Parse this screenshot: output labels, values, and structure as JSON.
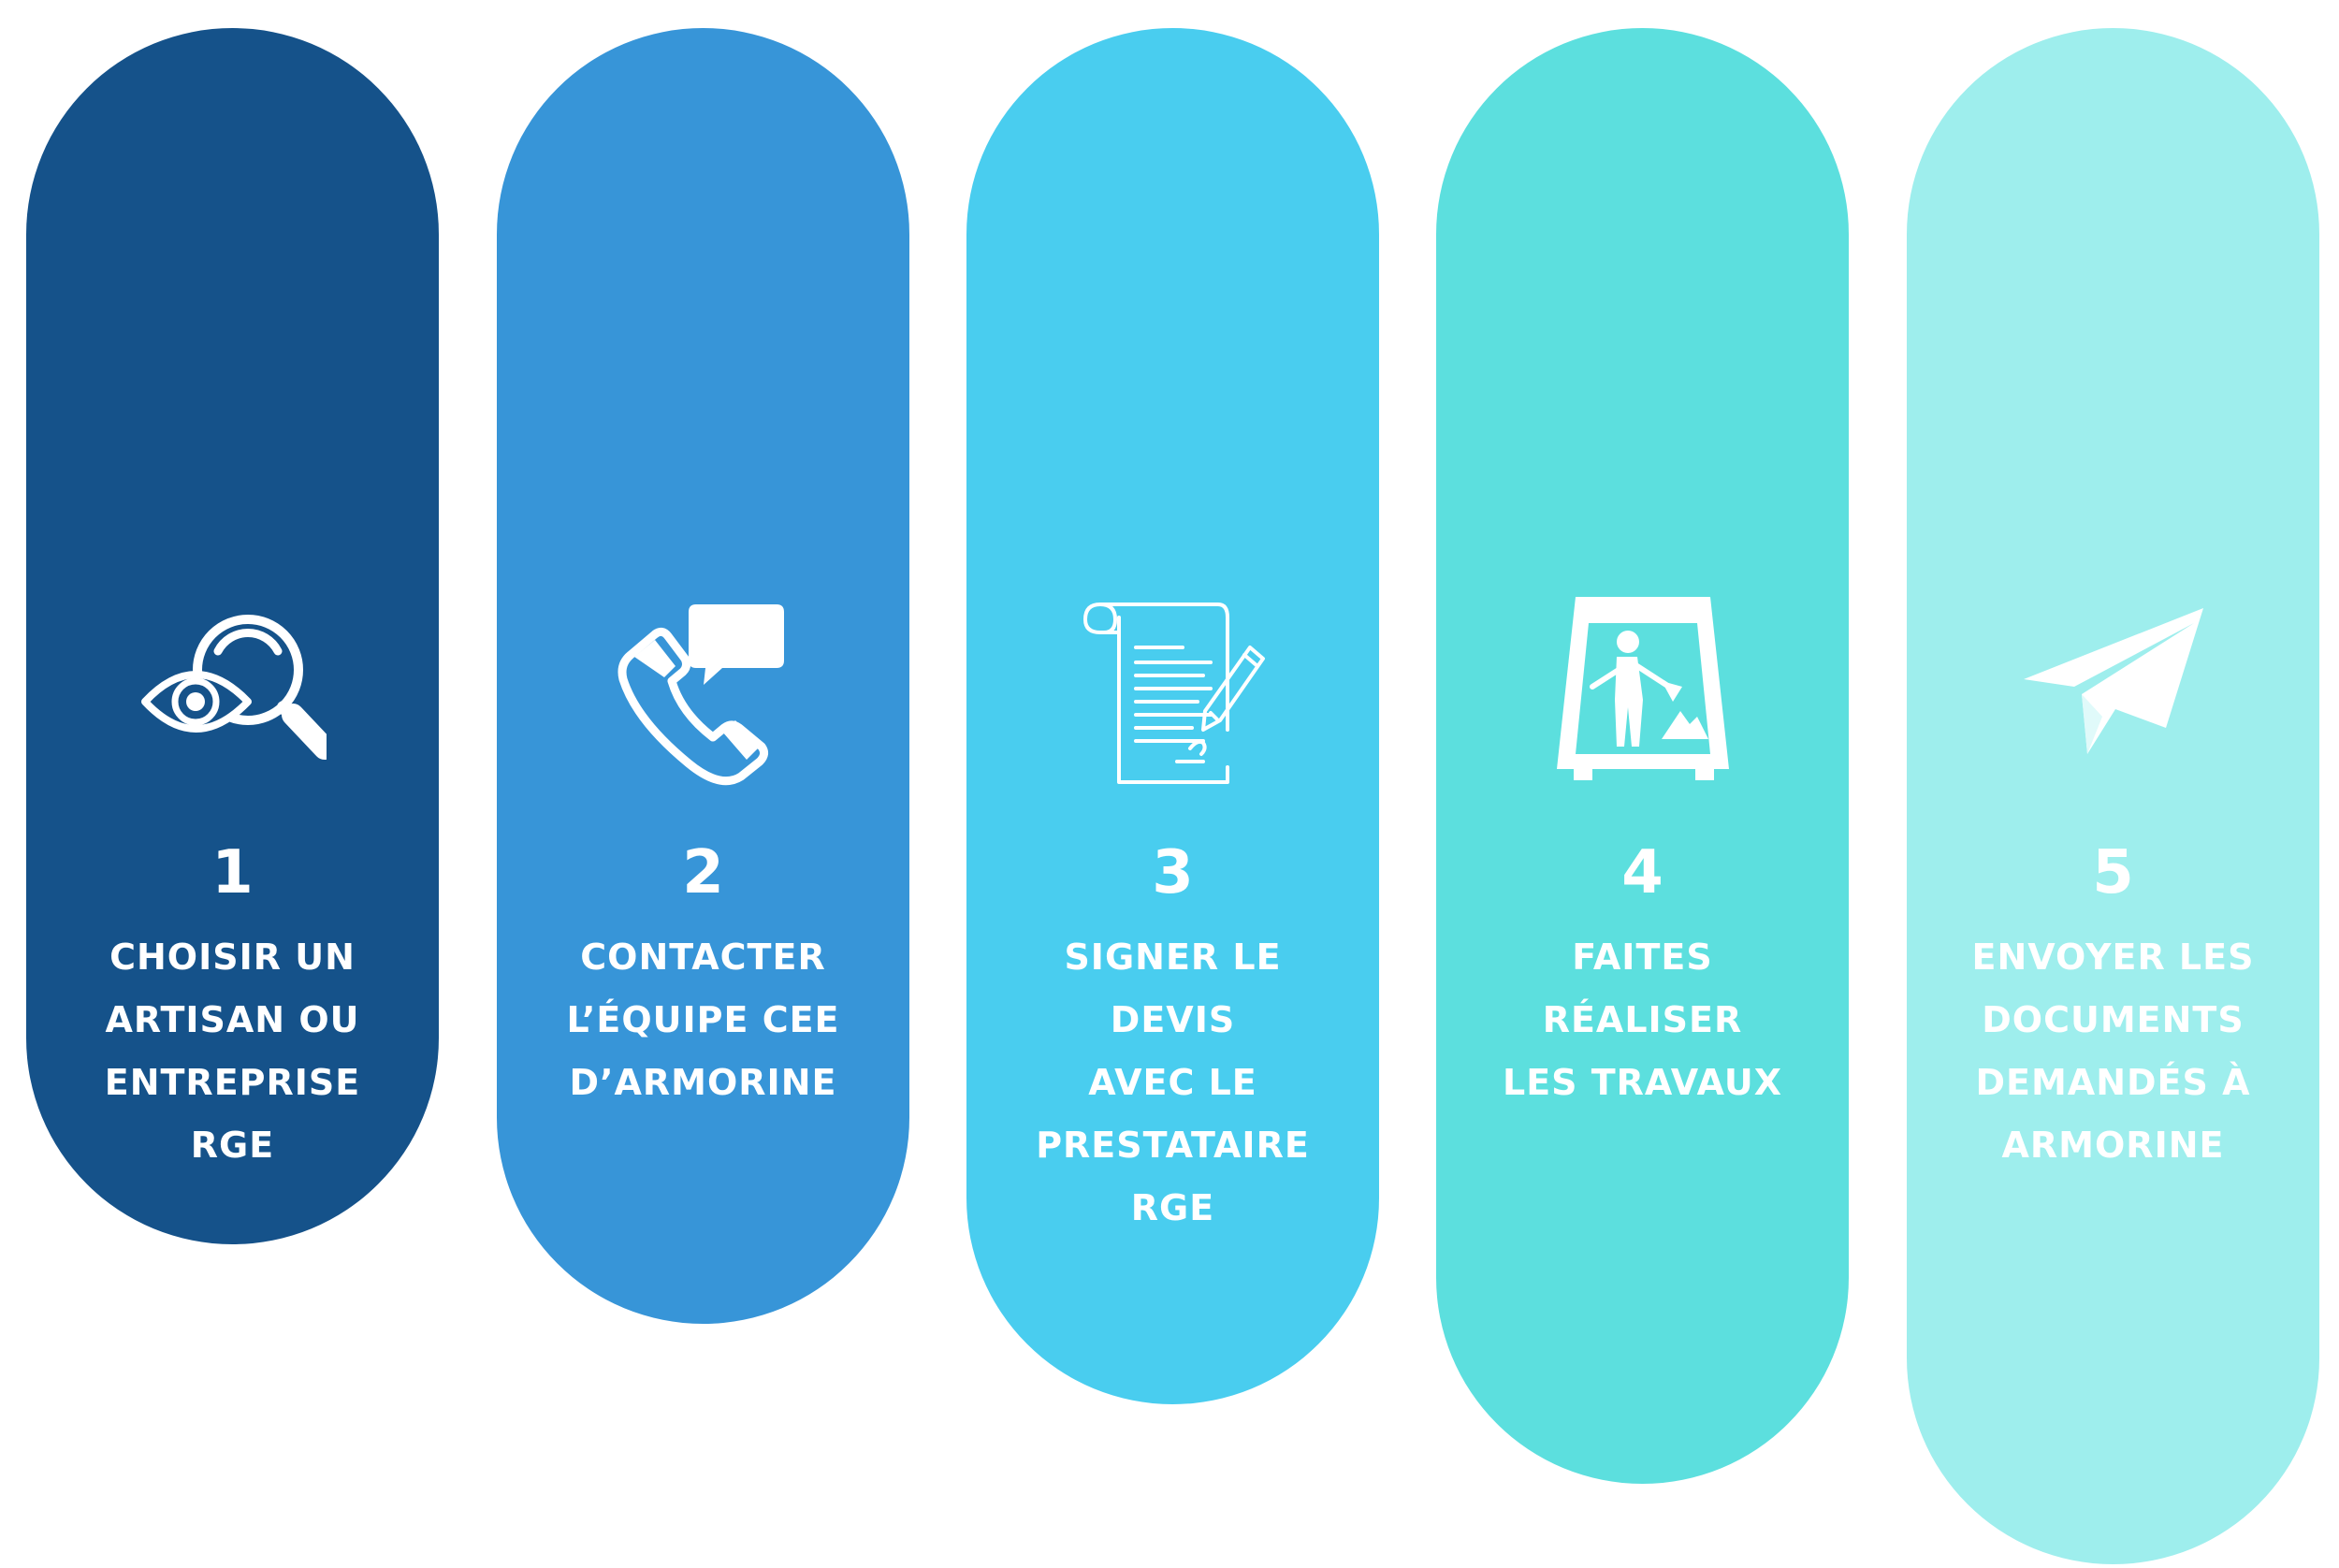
{
  "steps": [
    {
      "number": "1",
      "label_lines": [
        "CHOISIR UN",
        "ARTISAN OU",
        "ENTREPRISE RGE"
      ],
      "icon": "eye-magnifier-icon",
      "color": "#15528a"
    },
    {
      "number": "2",
      "label_lines": [
        "CONTACTER",
        "L’ÉQUIPE CEE",
        "D’ARMORINE"
      ],
      "icon": "phone-chat-icon",
      "color": "#3795d8"
    },
    {
      "number": "3",
      "label_lines": [
        "SIGNER LE DEVIS",
        "AVEC LE",
        "PRESTATAIRE",
        "RGE"
      ],
      "icon": "contract-pen-icon",
      "color": "#49cdef"
    },
    {
      "number": "4",
      "label_lines": [
        "FAITES RÉALISER",
        "LES TRAVAUX"
      ],
      "icon": "roadworks-sign-icon",
      "color": "#5cdfde"
    },
    {
      "number": "5",
      "label_lines": [
        "ENVOYER LES",
        "DOCUMENTS",
        "DEMANDÉS À",
        "ARMORINE"
      ],
      "icon": "paper-plane-icon",
      "color": "#9eeeed"
    }
  ]
}
